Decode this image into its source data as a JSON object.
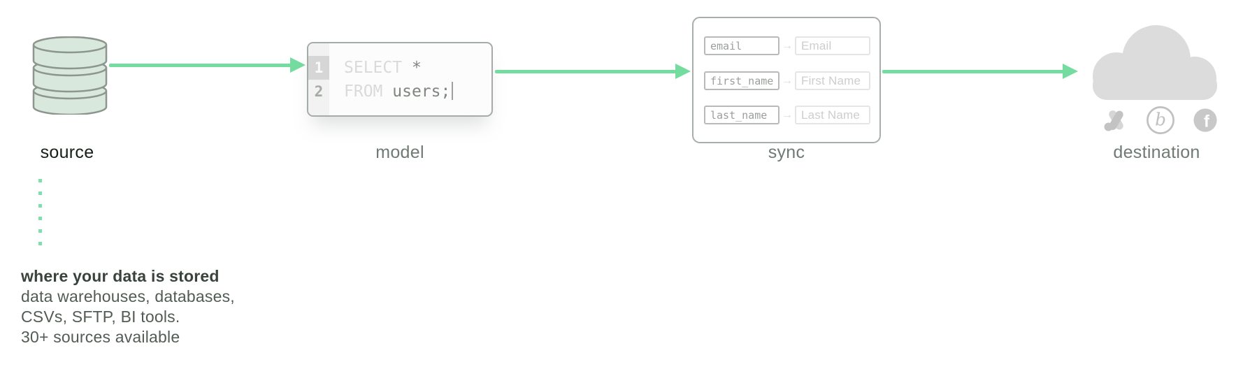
{
  "stages": {
    "source": {
      "label": "source"
    },
    "model": {
      "label": "model"
    },
    "sync": {
      "label": "sync"
    },
    "destination": {
      "label": "destination"
    }
  },
  "model_code": {
    "lines": [
      {
        "number": "1",
        "keyword": "SELECT ",
        "code": "*"
      },
      {
        "number": "2",
        "keyword": "FROM ",
        "code": "users;"
      }
    ]
  },
  "sync_mappings": [
    {
      "source": "email",
      "destination": "Email"
    },
    {
      "source": "first_name",
      "destination": "First Name"
    },
    {
      "source": "last_name",
      "destination": "Last Name"
    }
  ],
  "icons": {
    "mapping_arrow": "→"
  },
  "destination_icons": [
    "google-ads",
    "braze",
    "facebook"
  ],
  "source_note": {
    "heading": "where your data is stored",
    "lines": [
      "data warehouses, databases,",
      "CSVs, SFTP, BI tools.",
      "30+ sources available"
    ]
  },
  "colors": {
    "arrow_green": "#74dc9e",
    "dot_green": "#7de0a8",
    "db_fill": "#d9e8dc",
    "db_stroke": "#8d958f",
    "cloud_gray": "#dcdcdc",
    "icon_gray": "#c3c3c3",
    "label_gray": "#6f7a74",
    "label_dark": "#141f17"
  }
}
